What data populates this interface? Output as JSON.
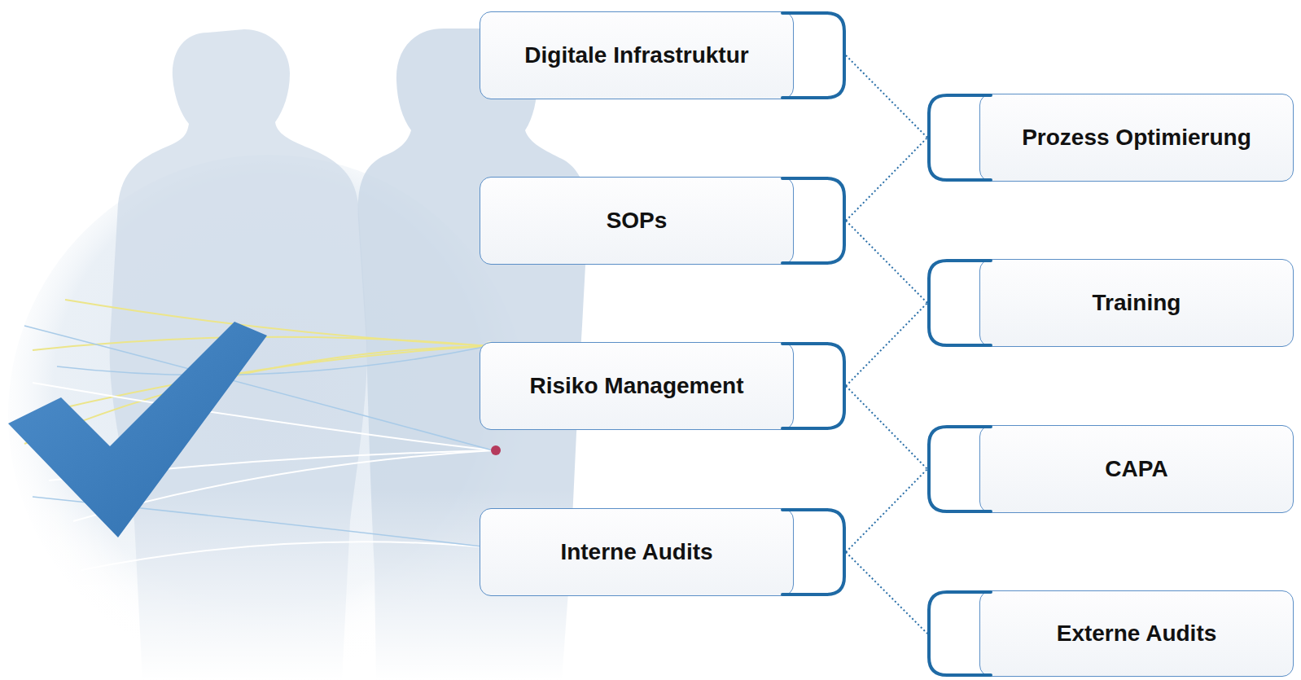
{
  "diagram": {
    "nodes": [
      {
        "text": [
          "Digitale Infrastruktur"
        ]
      },
      {
        "text": [
          "Prozess Optimierung"
        ]
      },
      {
        "text": [
          "SOPs"
        ]
      },
      {
        "text": [
          "Training"
        ]
      },
      {
        "text": [
          "Risiko Management"
        ]
      },
      {
        "text": [
          "CAPA"
        ]
      },
      {
        "text": [
          "Interne Audits"
        ]
      },
      {
        "text": [
          "Externe Audits"
        ]
      }
    ],
    "edges": [
      {
        "from": 0,
        "to": 1,
        "arrow": "none"
      },
      {
        "from": 2,
        "to": 1,
        "arrow": "none"
      },
      {
        "from": 2,
        "to": 3,
        "arrow": "none"
      },
      {
        "from": 4,
        "to": 3,
        "arrow": "none"
      },
      {
        "from": 4,
        "to": 5,
        "arrow": "none"
      },
      {
        "from": 6,
        "to": 5,
        "arrow": "none"
      },
      {
        "from": 6,
        "to": 7,
        "arrow": "none"
      }
    ]
  }
}
